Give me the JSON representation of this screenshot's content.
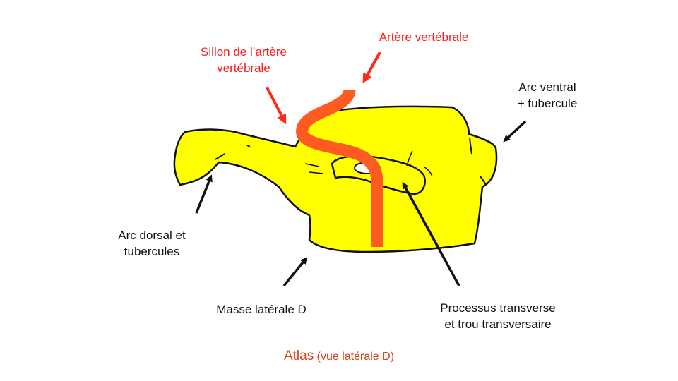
{
  "labels": {
    "sillon": [
      "Sillon  de l’artère",
      "vertébrale"
    ],
    "artere": "Artère vertébrale",
    "arc_ventral": [
      "Arc ventral",
      "+ tubercule"
    ],
    "arc_dorsal": [
      "Arc dorsal et",
      "tubercules"
    ],
    "masse": "Masse latérale D",
    "processus": [
      "Processus transverse",
      "et trou transversaire"
    ]
  },
  "caption": {
    "main": "Atlas",
    "sub": "(vue latérale D)"
  },
  "colors": {
    "bone_fill": "#ffff00",
    "artery": "#ff5a1f",
    "red_label": "#ff1a1a",
    "caption": "#d8431c",
    "outline": "#111111",
    "arrow_red": "#ff2a1a"
  }
}
